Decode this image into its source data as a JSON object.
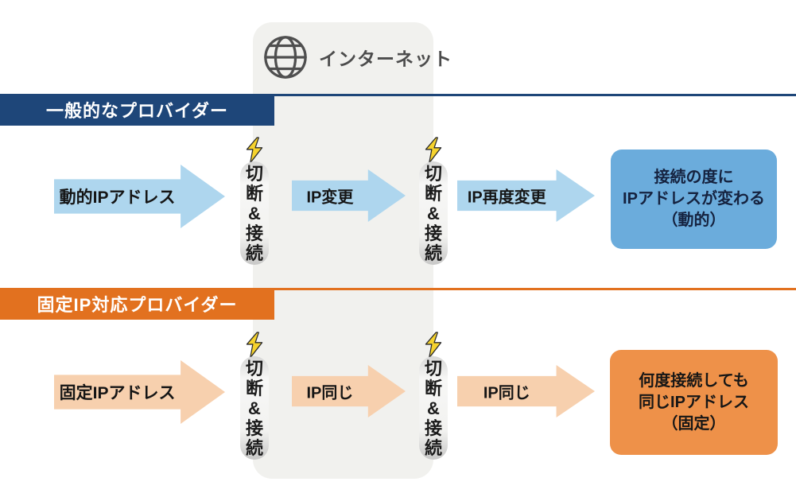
{
  "internet": {
    "label": "インターネット"
  },
  "colors": {
    "general_accent": "#1e4679",
    "general_arrow": "#aed6ee",
    "general_result_box": "#6bacdc",
    "fixed_accent": "#e2711f",
    "fixed_arrow": "#f7d0ae",
    "fixed_result_box": "#ee9149",
    "backbone_panel": "#f1f1ee",
    "bolt": "#f6d32d"
  },
  "sections": [
    {
      "header": "一般的なプロバイダー",
      "start_arrow": "動的IPアドレス",
      "mid_arrow_1": "IP変更",
      "mid_arrow_2": "IP再度変更",
      "disconnect_1": "切\n断\n&\n接\n続",
      "disconnect_2": "切\n断\n&\n接\n続",
      "result": "接続の度に\nIPアドレスが変わる\n（動的）"
    },
    {
      "header": "固定IP対応プロバイダー",
      "start_arrow": "固定IPアドレス",
      "mid_arrow_1": "IP同じ",
      "mid_arrow_2": "IP同じ",
      "disconnect_1": "切\n断\n&\n接\n続",
      "disconnect_2": "切\n断\n&\n接\n続",
      "result": "何度接続しても\n同じIPアドレス\n（固定）"
    }
  ]
}
